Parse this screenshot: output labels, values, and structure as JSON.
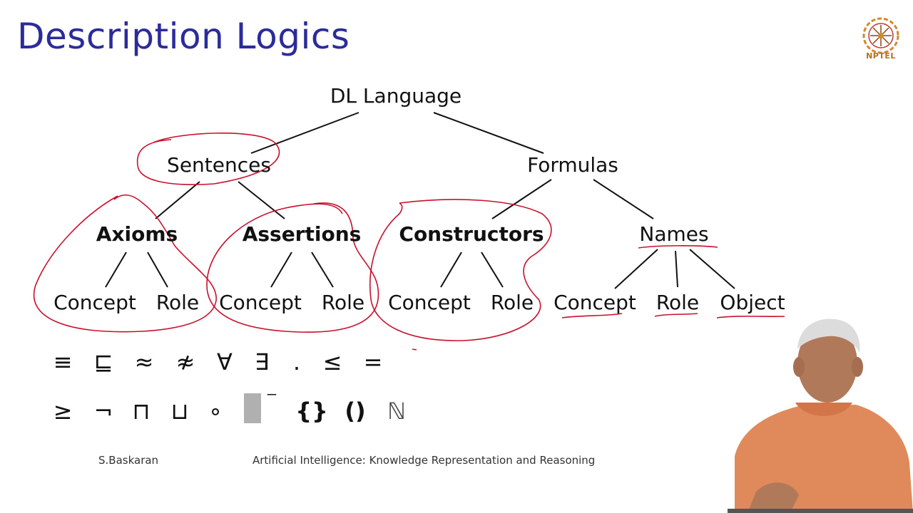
{
  "slide": {
    "title": "Description Logics"
  },
  "logo": {
    "text": "NPTEL"
  },
  "tree": {
    "root": "DL Language",
    "left_branch": {
      "label": "Sentences",
      "children": [
        {
          "label": "Axioms",
          "children": [
            "Concept",
            "Role"
          ]
        },
        {
          "label": "Assertions",
          "children": [
            "Concept",
            "Role"
          ]
        }
      ]
    },
    "right_branch": {
      "label": "Formulas",
      "children": [
        {
          "label": "Constructors",
          "children": [
            "Concept",
            "Role"
          ]
        },
        {
          "label": "Names",
          "children": [
            "Concept",
            "Role",
            "Object"
          ]
        }
      ]
    }
  },
  "symbols": {
    "row1": [
      "≡",
      "⊑",
      "≈",
      "≉",
      "∀",
      "∃",
      ".",
      "≤",
      "="
    ],
    "row2": [
      "≥",
      "¬",
      "⊓",
      "⊔",
      "∘",
      "⁻",
      "{}",
      "()",
      "ℕ"
    ]
  },
  "footer": {
    "author": "S.Baskaran",
    "course": "Artificial Intelligence: Knowledge Representation and Reasoning"
  },
  "colors": {
    "title": "#2b2b9a",
    "annotation": "#c8102e",
    "logo": "#b5701e"
  }
}
